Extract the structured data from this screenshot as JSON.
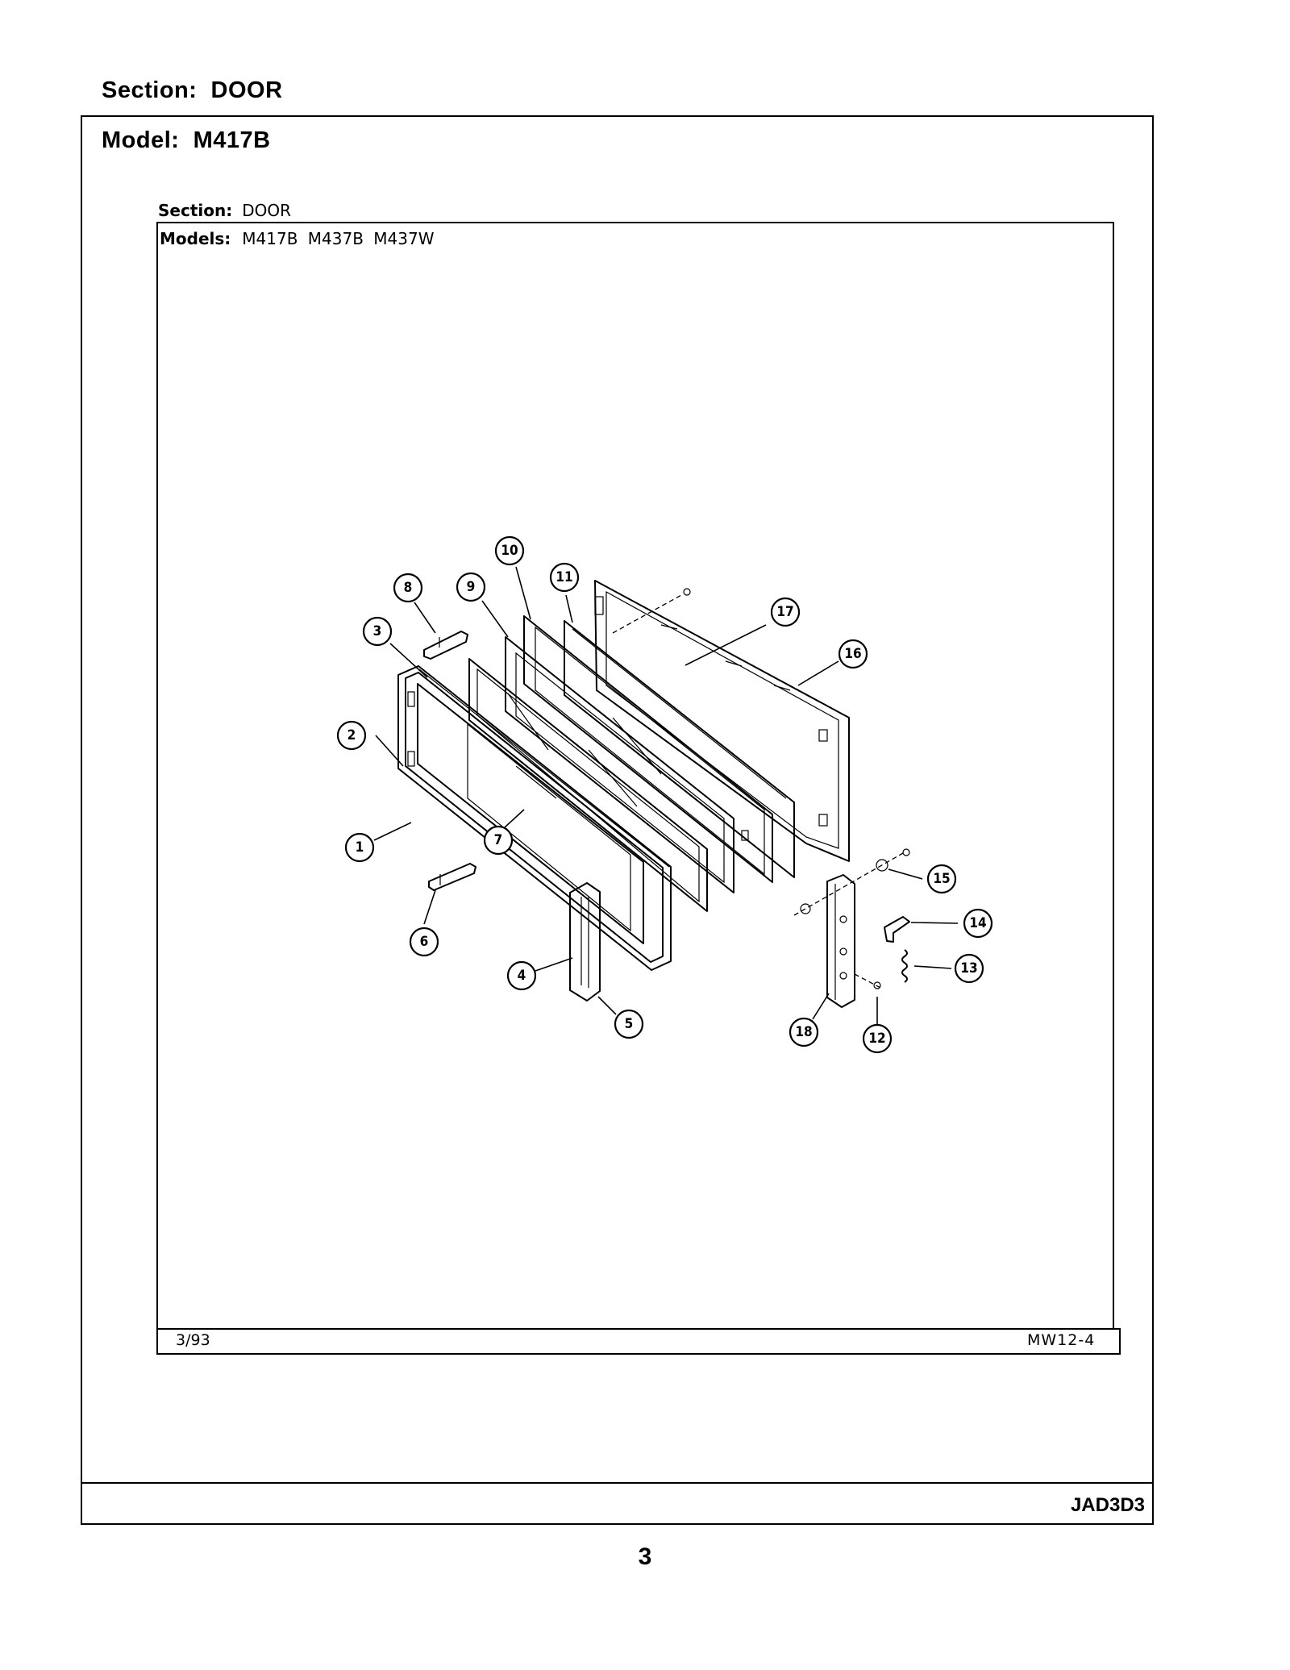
{
  "page": {
    "section_label": "Section:",
    "section_value": "DOOR",
    "model_label": "Model:",
    "model_value": "M417B",
    "footer_code": "JAD3D3",
    "page_number": "3"
  },
  "inner_sheet": {
    "section_label": "Section:",
    "section_value": "DOOR",
    "models_label": "Models:",
    "models_value": "M417B M437B M437W",
    "date": "3/93",
    "sheet_code": "MW12-4"
  },
  "callouts": [
    "1",
    "2",
    "3",
    "4",
    "5",
    "6",
    "7",
    "8",
    "9",
    "10",
    "11",
    "12",
    "13",
    "14",
    "15",
    "16",
    "17",
    "18"
  ]
}
